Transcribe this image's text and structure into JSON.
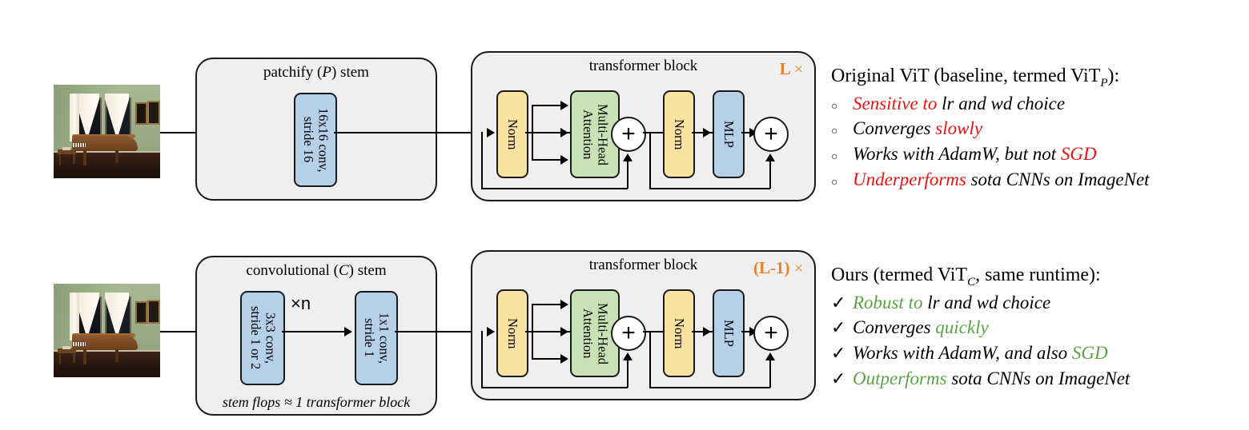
{
  "diagram": {
    "title": "ViT patchify vs convolutional stem comparison",
    "colors": {
      "conv_block": "#b6d0e8",
      "norm_block": "#fce2a0",
      "attention_block": "#c9e2b5",
      "outer_box": "#efefef",
      "repeat_label": "#e8822a",
      "negative_text": "#ee1111",
      "positive_text": "#5aa344"
    }
  },
  "top": {
    "thumbnail_name": "input-image-piano-room",
    "stem": {
      "title_pre": "patchify (",
      "title_em": "P",
      "title_post": ") stem",
      "conv_label": "16x16 conv,\nstride 16"
    },
    "transformer": {
      "title": "transformer block",
      "repeat": "L",
      "times": "×",
      "norm1": "Norm",
      "attention": "Multi-Head\nAttention",
      "plus1": "+",
      "norm2": "Norm",
      "mlp": "MLP",
      "plus2": "+"
    },
    "text": {
      "heading_pre": "Original ViT (baseline, termed ViT",
      "heading_sub": "P",
      "heading_post": "):",
      "bullets": [
        {
          "mark": "○",
          "parts": [
            {
              "t": "Sensitive to ",
              "c": "red"
            },
            {
              "t": "lr and wd choice",
              "c": "black"
            }
          ]
        },
        {
          "mark": "○",
          "parts": [
            {
              "t": "Converges ",
              "c": "black"
            },
            {
              "t": "slowly",
              "c": "red"
            }
          ]
        },
        {
          "mark": "○",
          "parts": [
            {
              "t": "Works with AdamW, but not ",
              "c": "black"
            },
            {
              "t": "SGD",
              "c": "red"
            }
          ]
        },
        {
          "mark": "○",
          "parts": [
            {
              "t": "Underperforms ",
              "c": "red"
            },
            {
              "t": "sota CNNs on ImageNet",
              "c": "black"
            }
          ]
        }
      ]
    }
  },
  "bottom": {
    "thumbnail_name": "input-image-piano-room",
    "stem": {
      "title_pre": "convolutional (",
      "title_em": "C",
      "title_post": ") stem",
      "conv1_label": "3x3 conv,\nstride 1 or 2",
      "repeat_n": "×n",
      "conv2_label": "1x1 conv,\nstride 1",
      "footnote": "stem flops ≈ 1 transformer block"
    },
    "transformer": {
      "title": "transformer block",
      "repeat": "(L-1)",
      "times": "×",
      "norm1": "Norm",
      "attention": "Multi-Head\nAttention",
      "plus1": "+",
      "norm2": "Norm",
      "mlp": "MLP",
      "plus2": "+"
    },
    "text": {
      "heading_pre": "Ours (termed ViT",
      "heading_sub": "C",
      "heading_post": ", same runtime):",
      "bullets": [
        {
          "mark": "✓",
          "parts": [
            {
              "t": "Robust to ",
              "c": "grn"
            },
            {
              "t": "lr and wd choice",
              "c": "black"
            }
          ]
        },
        {
          "mark": "✓",
          "parts": [
            {
              "t": "Converges ",
              "c": "black"
            },
            {
              "t": "quickly",
              "c": "grn"
            }
          ]
        },
        {
          "mark": "✓",
          "parts": [
            {
              "t": "Works with AdamW, and also ",
              "c": "black"
            },
            {
              "t": "SGD",
              "c": "grn"
            }
          ]
        },
        {
          "mark": "✓",
          "parts": [
            {
              "t": "Outperforms ",
              "c": "grn"
            },
            {
              "t": "sota CNNs on ImageNet",
              "c": "black"
            }
          ]
        }
      ]
    }
  }
}
